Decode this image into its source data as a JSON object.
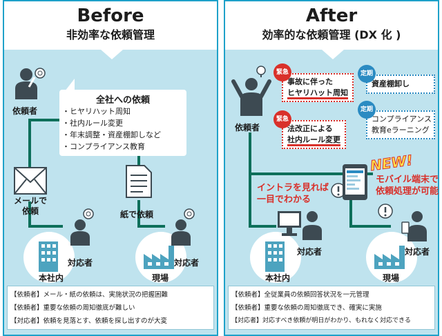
{
  "before": {
    "title": "Before",
    "subtitle": "非効率な依頼管理",
    "requester_label": "依頼者",
    "bubble_title": "全社への依頼",
    "bubble_items": [
      "・ヒヤリハット周知",
      "・社内ルール変更",
      "・年末調整・資産棚卸しなど",
      "・コンプライアンス教育"
    ],
    "mail_label_1": "メールで",
    "mail_label_2": "依頼",
    "paper_label": "紙で依頼",
    "responder_label_1": "対応者",
    "responder_label_2": "対応者",
    "hq_label": "本社内",
    "site_label": "現場",
    "notes": [
      "【依頼者】メール・紙の依頼は、実施状況の把握困難",
      "【依頼者】重要な依頼の周知徹底が難しい",
      "【対応者】依頼を見落とす、依頼を探し出すのが大変"
    ]
  },
  "after": {
    "title": "After",
    "subtitle": "効率的な依頼管理 (DX 化 )",
    "requester_label": "依頼者",
    "urgent_tag": "緊急",
    "regular_tag": "定期",
    "urgent_1_line1": "事故に伴った",
    "urgent_1_line2": "ヒヤリハット周知",
    "urgent_2_line1": "法改正による",
    "urgent_2_line2": "社内ルール変更",
    "regular_1": "資産棚卸し",
    "regular_2_line1": "コンプライアンス",
    "regular_2_line2": "教育eラーニング",
    "intranet_line1": "イントラを見れば",
    "intranet_line2": "一目でわかる",
    "new_badge": "NEW!",
    "mobile_line1": "モバイル端末で",
    "mobile_line2": "依頼処理が可能",
    "responder_label_1": "対応者",
    "responder_label_2": "対応者",
    "hq_label": "本社内",
    "site_label": "現場",
    "notes": [
      "【依頼者】全従業員の依頼回答状況を一元管理",
      "【依頼者】重要な依頼の周知徹底でき、確実に実施",
      "【対応者】対応すべき依頼が明日がわかり、もれなく対応できる"
    ]
  },
  "colors": {
    "panel_bg": "#bfe3ee",
    "panel_border": "#1ea1c9",
    "flow_line": "#0d6f5a",
    "urgent_red": "#d9302a",
    "regular_blue": "#2b8bc2",
    "new_yellow": "#ffe14a",
    "person_dark": "#3d4a52"
  }
}
